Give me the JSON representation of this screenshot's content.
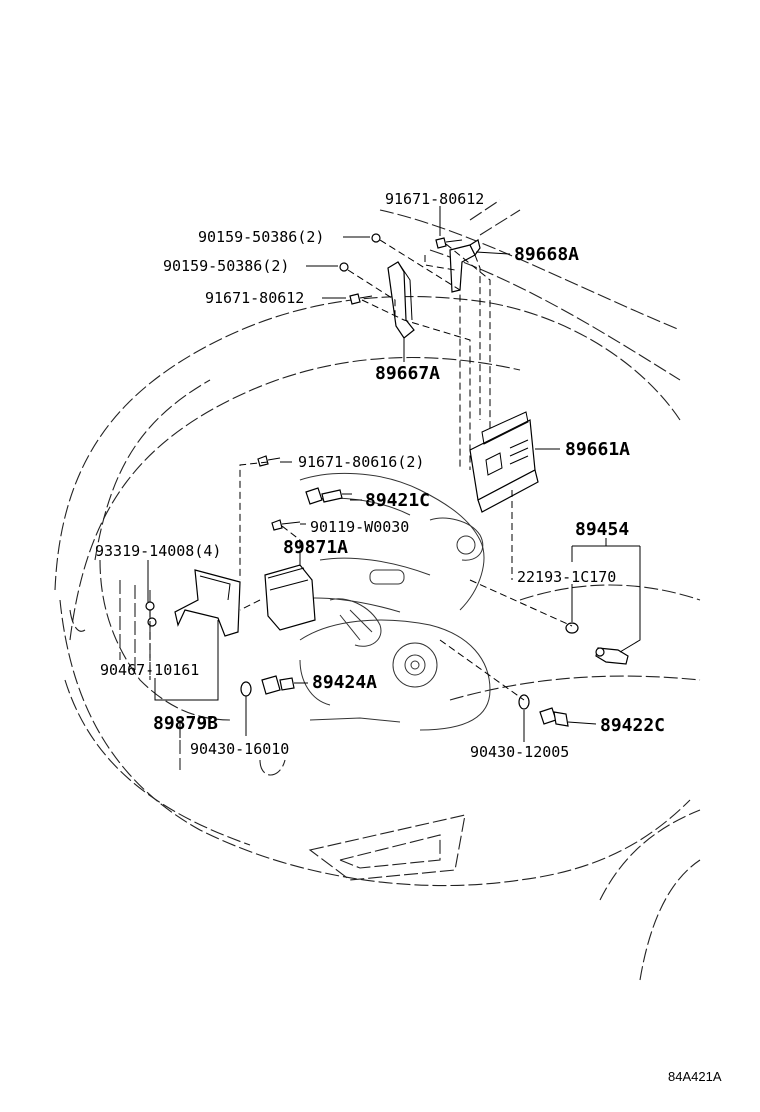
{
  "diagram": {
    "parts": [
      {
        "id": "p1",
        "label": "91671-80612"
      },
      {
        "id": "p2",
        "label": "90159-50386(2)"
      },
      {
        "id": "p3",
        "label": "89668A"
      },
      {
        "id": "p4",
        "label": "90159-50386(2)"
      },
      {
        "id": "p5",
        "label": "91671-80612"
      },
      {
        "id": "p6",
        "label": "89667A"
      },
      {
        "id": "p7",
        "label": "89661A"
      },
      {
        "id": "p8",
        "label": "91671-80616(2)"
      },
      {
        "id": "p9",
        "label": "89421C"
      },
      {
        "id": "p10",
        "label": "90119-W0030"
      },
      {
        "id": "p11",
        "label": "89454"
      },
      {
        "id": "p12",
        "label": "93319-14008(4)"
      },
      {
        "id": "p13",
        "label": "89871A"
      },
      {
        "id": "p14",
        "label": "22193-1C170"
      },
      {
        "id": "p15",
        "label": "90467-10161"
      },
      {
        "id": "p16",
        "label": "89424A"
      },
      {
        "id": "p17",
        "label": "89879B"
      },
      {
        "id": "p18",
        "label": "89422C"
      },
      {
        "id": "p19",
        "label": "90430-16010"
      },
      {
        "id": "p20",
        "label": "90430-12005"
      }
    ],
    "illustration_code": "84A421A"
  }
}
